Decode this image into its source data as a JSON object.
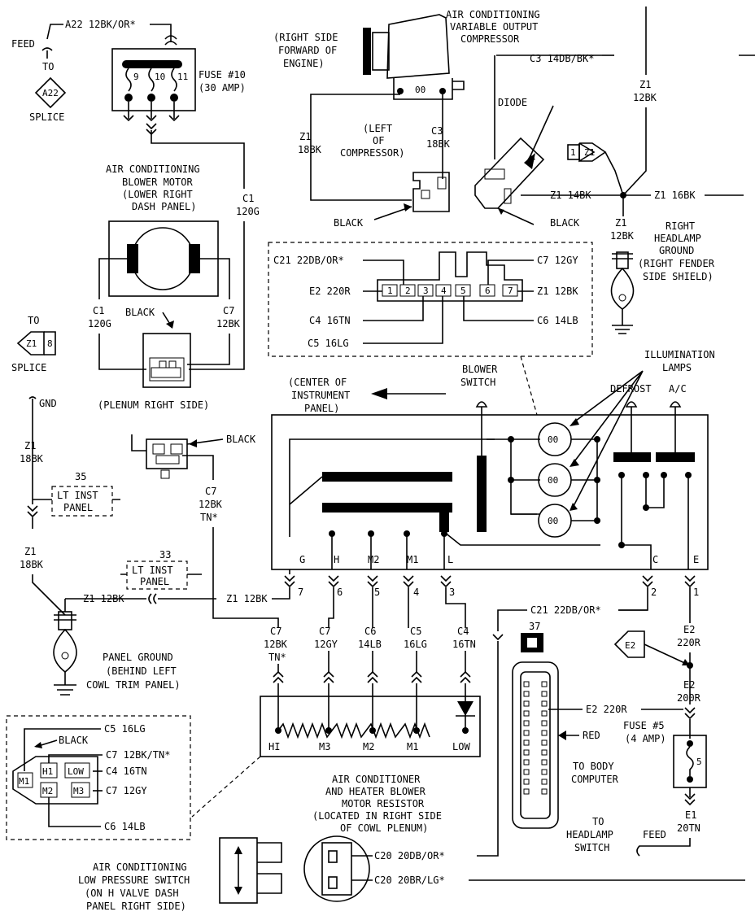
{
  "feed": {
    "label": "FEED",
    "to": "TO",
    "splice_id": "A22",
    "splice": "SPLICE",
    "wire": "A22 12BK/OR*"
  },
  "fuse10": {
    "pins": [
      "9",
      "10",
      "11"
    ],
    "label1": "FUSE #10",
    "label2": "(30 AMP)"
  },
  "compressor": {
    "title1": "AIR CONDITIONING",
    "title2": "VARIABLE OUTPUT",
    "title3": "COMPRESSOR",
    "loc1": "(RIGHT SIDE",
    "loc2": "FORWARD OF",
    "loc3": "ENGINE)",
    "left1": "(LEFT",
    "left2": "OF",
    "left3": "COMPRESSOR)",
    "wire_c3_top": "C3 14DB/BK*",
    "wire_z1": "Z1",
    "wire_z1b": "18BK",
    "wire_c3": "C3",
    "wire_c3b": "18BK",
    "black1": "BLACK",
    "black2": "BLACK",
    "diode": "DIODE"
  },
  "ground_right": {
    "z1": "Z1",
    "bk": "12BK",
    "tag": "Z1",
    "tag_n": "1",
    "z1_14": "Z1 14BK",
    "z1_16": "Z1 16BK",
    "z1b": "Z1",
    "z1b_bk": "12BK",
    "title1": "RIGHT",
    "title2": "HEADLAMP",
    "title3": "GROUND",
    "title4": "(RIGHT FENDER",
    "title5": "SIDE SHIELD)"
  },
  "blower_motor": {
    "title1": "AIR CONDITIONING",
    "title2": "BLOWER MOTOR",
    "title3": "(LOWER RIGHT",
    "title4": "DASH PANEL)",
    "c1": "C1",
    "c1b": "120G",
    "c7": "C7",
    "c7b": "12BK",
    "black": "BLACK",
    "plenum": "(PLENUM RIGHT SIDE)",
    "c1_top": "C1",
    "c1_top_b": "120G"
  },
  "switch_conn": {
    "c21": "C21 22DB/OR*",
    "c7": "C7 12GY",
    "e2": "E2 220R",
    "z1": "Z1 12BK",
    "c4": "C4 16TN",
    "c6": "C6 14LB",
    "c5": "C5 16LG",
    "pins": [
      "1",
      "2",
      "3",
      "4",
      "5",
      "6",
      "7"
    ]
  },
  "splice_z1": {
    "to": "TO",
    "id": "Z1",
    "n": "8",
    "splice": "SPLICE",
    "gnd": "GND",
    "z1": "Z1",
    "z1b": "18BK",
    "z1c": "Z1",
    "z1d": "18BK"
  },
  "lt_inst": {
    "n35": "35",
    "p35a": "LT INST",
    "p35b": "PANEL",
    "n33": "33",
    "p33a": "LT INST",
    "p33b": "PANEL"
  },
  "panel_ground": {
    "wire": "Z1 12BK",
    "t1": "PANEL GROUND",
    "t2": "(BEHIND LEFT",
    "t3": "COWL TRIM PANEL)"
  },
  "control": {
    "center1": "(CENTER OF",
    "center2": "INSTRUMENT",
    "center3": "PANEL)",
    "blower1": "BLOWER",
    "blower2": "SWITCH",
    "illum1": "ILLUMINATION",
    "illum2": "LAMPS",
    "defrost": "DEFROST",
    "ac": "A/C",
    "lamp_label": "00",
    "pins": [
      "G",
      "H",
      "M2",
      "M1",
      "L",
      "C",
      "E"
    ],
    "pin_nums": [
      "7",
      "6",
      "5",
      "4",
      "3",
      "2",
      "1"
    ],
    "z1_wire": "Z1 12BK"
  },
  "black_conn": {
    "label": "BLACK",
    "c7": "C7",
    "c7b": "12BK",
    "c7c": "TN*"
  },
  "resistor_wires": [
    {
      "a": "C7",
      "b": "12BK",
      "c": "TN*"
    },
    {
      "a": "C7",
      "b": "12GY"
    },
    {
      "a": "C6",
      "b": "14LB"
    },
    {
      "a": "C5",
      "b": "16LG"
    },
    {
      "a": "C4",
      "b": "16TN"
    }
  ],
  "resistor": {
    "taps": [
      "HI",
      "M3",
      "M2",
      "M1",
      "LOW"
    ],
    "title1": "AIR CONDITIONER",
    "title2": "AND HEATER BLOWER",
    "title3": "MOTOR RESISTOR",
    "title4": "(LOCATED IN RIGHT SIDE",
    "title5": "OF COWL PLENUM)"
  },
  "inset": {
    "c5": "C5 16LG",
    "black": "BLACK",
    "c7a": "C7 12BK/TN*",
    "c4": "C4 16TN",
    "c7b": "C7 12GY",
    "c6": "C6 14LB",
    "pins": [
      "M1",
      "H1",
      "LOW",
      "M2",
      "M3"
    ]
  },
  "body_computer": {
    "c21": "C21 22DB/OR*",
    "n37": "37",
    "e2": "E2 220R",
    "red": "RED",
    "t1": "TO BODY",
    "t2": "COMPUTER"
  },
  "right_bottom": {
    "e2": "E2",
    "e2b": "220R",
    "tag": "E2",
    "e2c": "E2",
    "e2d": "200R",
    "fuse1": "FUSE #5",
    "fuse2": "(4 AMP)",
    "fuse_pin": "5",
    "e1": "E1",
    "e1b": "20TN",
    "feed": "FEED",
    "to1": "TO",
    "to2": "HEADLAMP",
    "to3": "SWITCH"
  },
  "low_pressure": {
    "c20a": "C20 20DB/OR*",
    "c20b": "C20 20BR/LG*",
    "t1": "AIR CONDITIONING",
    "t2": "LOW PRESSURE SWITCH",
    "t3": "(ON H VALVE DASH",
    "t4": "PANEL RIGHT SIDE)"
  }
}
